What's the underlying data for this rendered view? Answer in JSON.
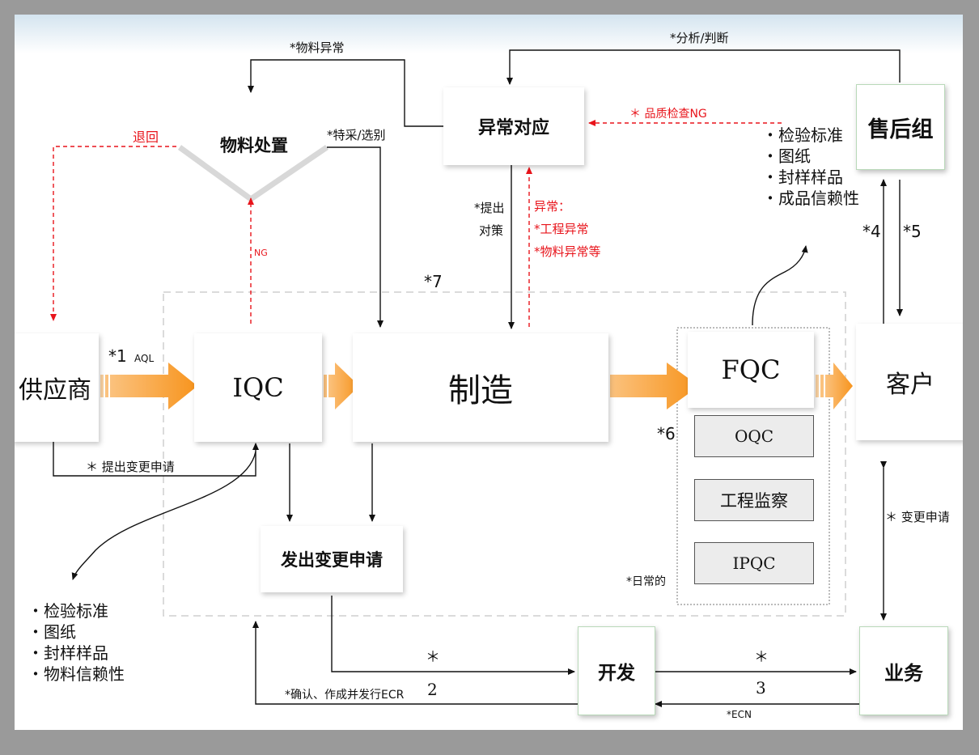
{
  "nodes": {
    "supplier": "供应商",
    "iqc": "IQC",
    "manufacturing": "制造",
    "fqc": "FQC",
    "customer": "客户",
    "after_sales": "售后组",
    "anomaly": "异常对应",
    "material_disposal": "物料处置",
    "change_request": "发出变更申请",
    "development": "开发",
    "business": "业务",
    "oqc": "OQC",
    "engineering_patrol": "工程监察",
    "ipqc": "IPQC"
  },
  "labels": {
    "material_anomaly": "*物料异常",
    "analysis": "*分析/判断",
    "return": "退回",
    "special_pick": "*特采/选别",
    "quality_ng": "＊ 品质检查NG",
    "propose_line1": "*提出",
    "propose_line2": "对策",
    "abnormal_title": "异常：",
    "abnormal_eng": "*工程异常",
    "abnormal_mat": "*物料异常等",
    "ng": "NG",
    "star7": "*7",
    "aql_star": "*1",
    "aql": "AQL",
    "star6": "*6",
    "star4": "*4",
    "star5": "*5",
    "supplier_change": "＊ 提出变更申请",
    "change_req_side": "＊ 变更申请",
    "daily": "*日常的",
    "confirm_ecr": "*确认、作成并发行ECR",
    "star2_a": "＊",
    "star2_b": "2",
    "star3_a": "＊",
    "star3_b": "3",
    "ecn": "*ECN"
  },
  "lists": {
    "right": [
      "・检验标准",
      "・图纸",
      "・封样样品",
      "・成品信赖性"
    ],
    "left": [
      "・检验标准",
      "・图纸",
      "・封样样品",
      "・物料信赖性"
    ]
  },
  "colors": {
    "arrow_orange": "#f7941d",
    "ng_red": "#e8141b",
    "box_green_border": "#b9d9b9"
  }
}
